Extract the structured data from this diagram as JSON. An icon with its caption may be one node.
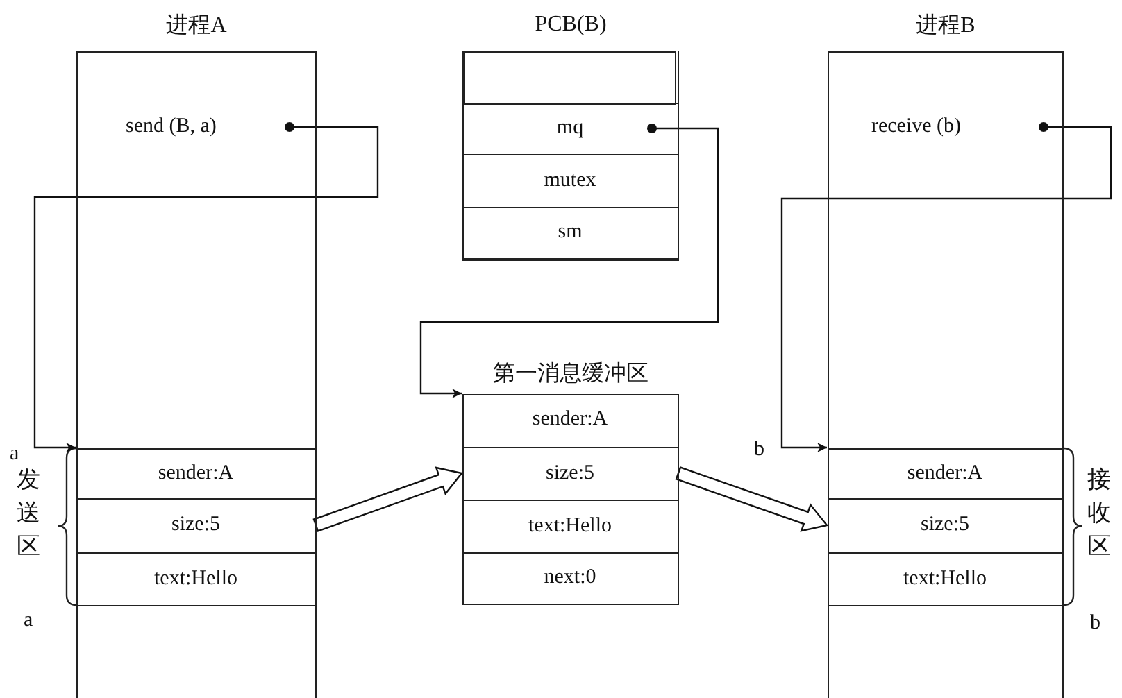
{
  "diagram": {
    "nodes": [
      {
        "text": [
          "进程A"
        ]
      },
      {
        "text": [
          "send (B, a)"
        ],
        "in": 0
      },
      {
        "text": [
          "sender:A"
        ],
        "in": 0
      },
      {
        "text": [
          "size:5"
        ],
        "in": 0
      },
      {
        "text": [
          "text:Hello"
        ],
        "in": 0
      },
      {
        "text": [
          "PCB(B)"
        ]
      },
      {
        "text": [],
        "shape": "box",
        "in": 5
      },
      {
        "text": [
          "mq"
        ],
        "in": 5
      },
      {
        "text": [
          "mutex"
        ],
        "in": 5
      },
      {
        "text": [
          "sm"
        ],
        "in": 5
      },
      {
        "text": [
          "第一消息缓冲区"
        ]
      },
      {
        "text": [
          "sender:A"
        ],
        "in": 10
      },
      {
        "text": [
          "size:5"
        ],
        "in": 10
      },
      {
        "text": [
          "text:Hello"
        ],
        "in": 10
      },
      {
        "text": [
          "next:0"
        ],
        "in": 10
      },
      {
        "text": [
          "进程B"
        ]
      },
      {
        "text": [
          "receive (b)"
        ],
        "in": 15
      },
      {
        "text": [
          "sender:A"
        ],
        "in": 15
      },
      {
        "text": [
          "size:5"
        ],
        "in": 15
      },
      {
        "text": [
          "text:Hello"
        ],
        "in": 15
      }
    ],
    "edges": [
      {
        "from": 1,
        "to": 2,
        "arrow": "to"
      },
      {
        "from": 7,
        "to": 11,
        "arrow": "to"
      },
      {
        "from": 16,
        "to": 17,
        "arrow": "to"
      },
      {
        "from": 3,
        "to": 12,
        "arrow": "to"
      },
      {
        "from": 12,
        "to": 18,
        "arrow": "to"
      }
    ],
    "labels": [
      "a",
      "发送区",
      "a",
      "b",
      "接收区",
      "b"
    ]
  }
}
